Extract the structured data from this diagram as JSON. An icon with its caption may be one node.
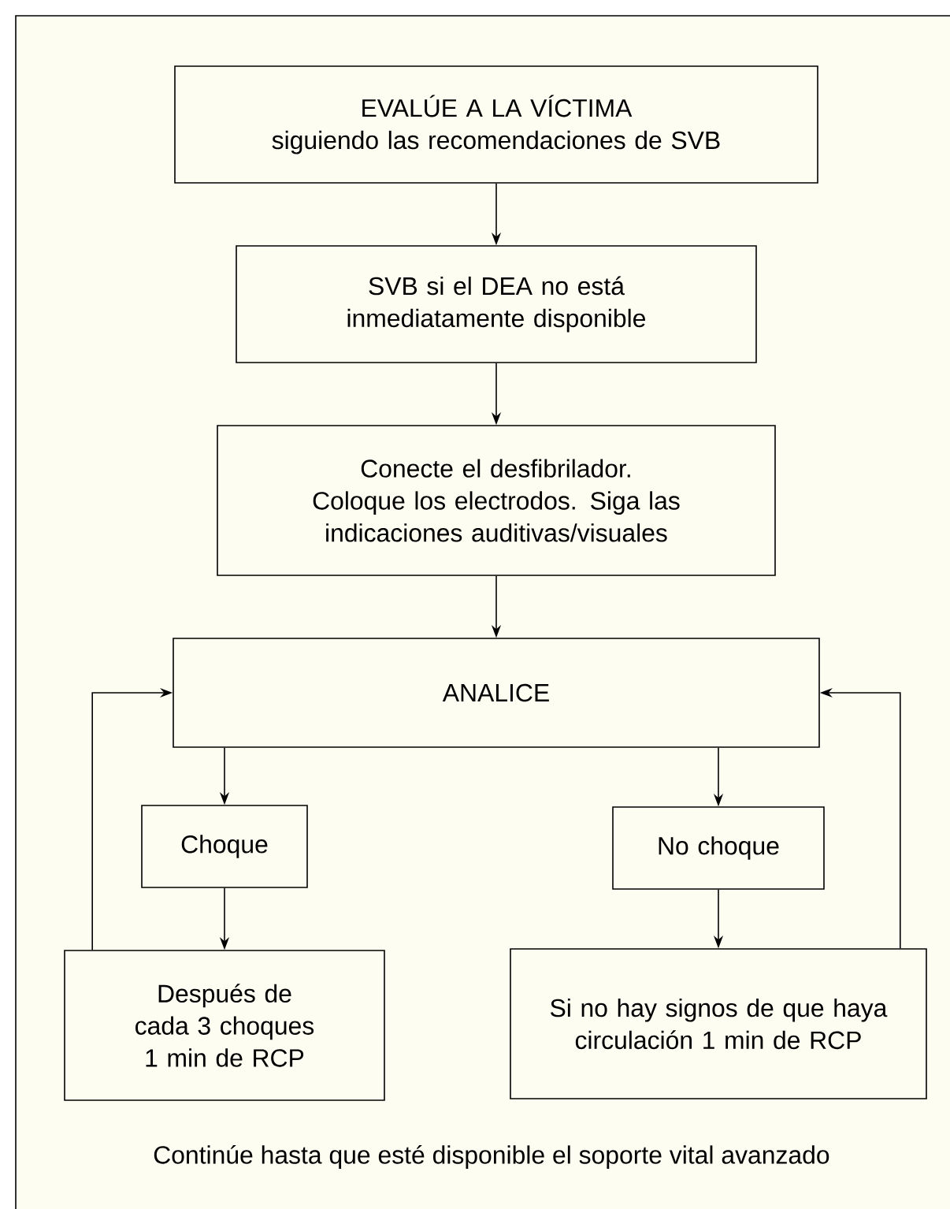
{
  "diagram": {
    "nodes": [
      {
        "text": [
          "EVALÚE A LA VÍCTIMA",
          "siguiendo las recomendaciones de SVB"
        ]
      },
      {
        "text": [
          "SVB si el DEA no está inmediatamente disponible"
        ]
      },
      {
        "text": [
          "Conecte el desfibrilador. Coloque los electrodos. Siga las indicaciones auditivas/visuales"
        ]
      },
      {
        "text": [
          "ANALICE"
        ]
      },
      {
        "text": [
          "Choque"
        ]
      },
      {
        "text": [
          "No choque"
        ]
      },
      {
        "text": [
          "Después de cada 3 choques 1 min de RCP"
        ]
      },
      {
        "text": [
          "Si no hay signos de que haya circulación 1 min de RCP"
        ]
      }
    ],
    "edges": [
      {
        "from": 0,
        "to": 1,
        "arrow": "to"
      },
      {
        "from": 1,
        "to": 2,
        "arrow": "to"
      },
      {
        "from": 2,
        "to": 3,
        "arrow": "to"
      },
      {
        "from": 3,
        "to": 4,
        "arrow": "to"
      },
      {
        "from": 3,
        "to": 5,
        "arrow": "to"
      },
      {
        "from": 4,
        "to": 6,
        "arrow": "to"
      },
      {
        "from": 5,
        "to": 7,
        "arrow": "to"
      },
      {
        "from": 6,
        "to": 3,
        "arrow": "to"
      },
      {
        "from": 7,
        "to": 3,
        "arrow": "to"
      }
    ],
    "labels": [
      "Continúe hasta que esté disponible el soporte vital avanzado"
    ]
  }
}
